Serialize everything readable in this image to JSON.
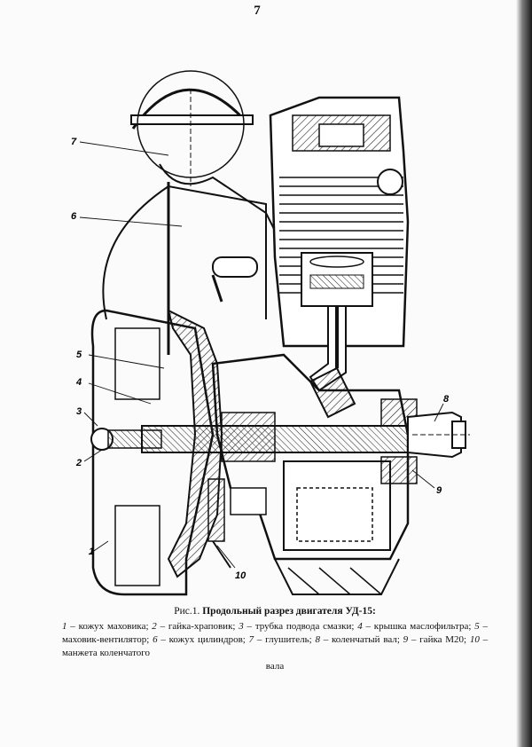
{
  "page": {
    "number": "7"
  },
  "figure": {
    "callouts": [
      "1",
      "2",
      "3",
      "4",
      "5",
      "6",
      "7",
      "8",
      "9",
      "10"
    ]
  },
  "caption": {
    "figure_label": "Рис.1.",
    "title": "Продольный разрез двигателя УД-15:",
    "legend": [
      {
        "num": "1",
        "text": "кожух маховика;"
      },
      {
        "num": "2",
        "text": "гайка-храповик;"
      },
      {
        "num": "3",
        "text": "трубка подвода смазки;"
      },
      {
        "num": "4",
        "text": "крышка маслофильтра;"
      },
      {
        "num": "5",
        "text": "маховик-вентилятор;"
      },
      {
        "num": "6",
        "text": "кожух цилиндров;"
      },
      {
        "num": "7",
        "text": "глушитель;"
      },
      {
        "num": "8",
        "text": "коленчатый вал;"
      },
      {
        "num": "9",
        "text": "гайка М20;"
      },
      {
        "num": "10",
        "text": "манжета коленчатого"
      }
    ],
    "last_line": "вала"
  }
}
